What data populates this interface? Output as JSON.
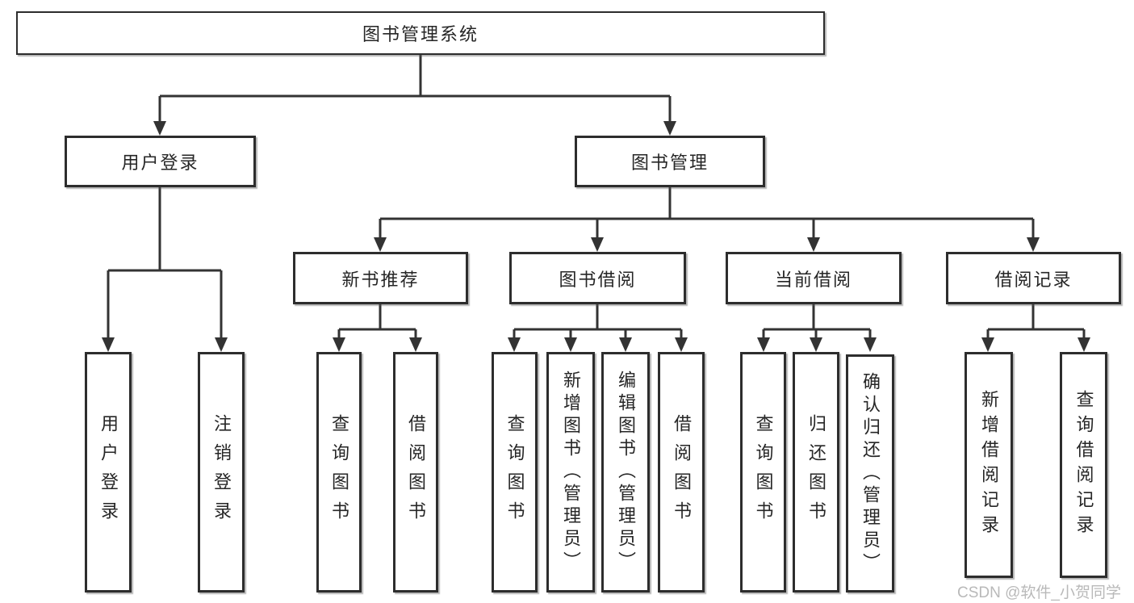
{
  "diagram": {
    "type": "hierarchy-tree",
    "colors": {
      "line": "#333333",
      "box_border": "#2d2d2d",
      "text": "#262626",
      "background": "#ffffff",
      "watermark": "#b9b9b9"
    },
    "tree": {
      "label": "图书管理系统",
      "children": [
        {
          "label": "用户登录",
          "children": [
            {
              "label": "用户登录"
            },
            {
              "label": "注销登录"
            }
          ]
        },
        {
          "label": "图书管理",
          "children": [
            {
              "label": "新书推荐",
              "children": [
                {
                  "label": "查询图书"
                },
                {
                  "label": "借阅图书"
                }
              ]
            },
            {
              "label": "图书借阅",
              "children": [
                {
                  "label": "查询图书"
                },
                {
                  "label": "新增图书（管理员）"
                },
                {
                  "label": "编辑图书（管理员）"
                },
                {
                  "label": "借阅图书"
                }
              ]
            },
            {
              "label": "当前借阅",
              "children": [
                {
                  "label": "查询图书"
                },
                {
                  "label": "归还图书"
                },
                {
                  "label": "确认归还（管理员）"
                }
              ]
            },
            {
              "label": "借阅记录",
              "children": [
                {
                  "label": "新增借阅记录"
                },
                {
                  "label": "查询借阅记录"
                }
              ]
            }
          ]
        }
      ]
    },
    "watermark": {
      "text": "CSDN @软件_小贺同学"
    }
  }
}
